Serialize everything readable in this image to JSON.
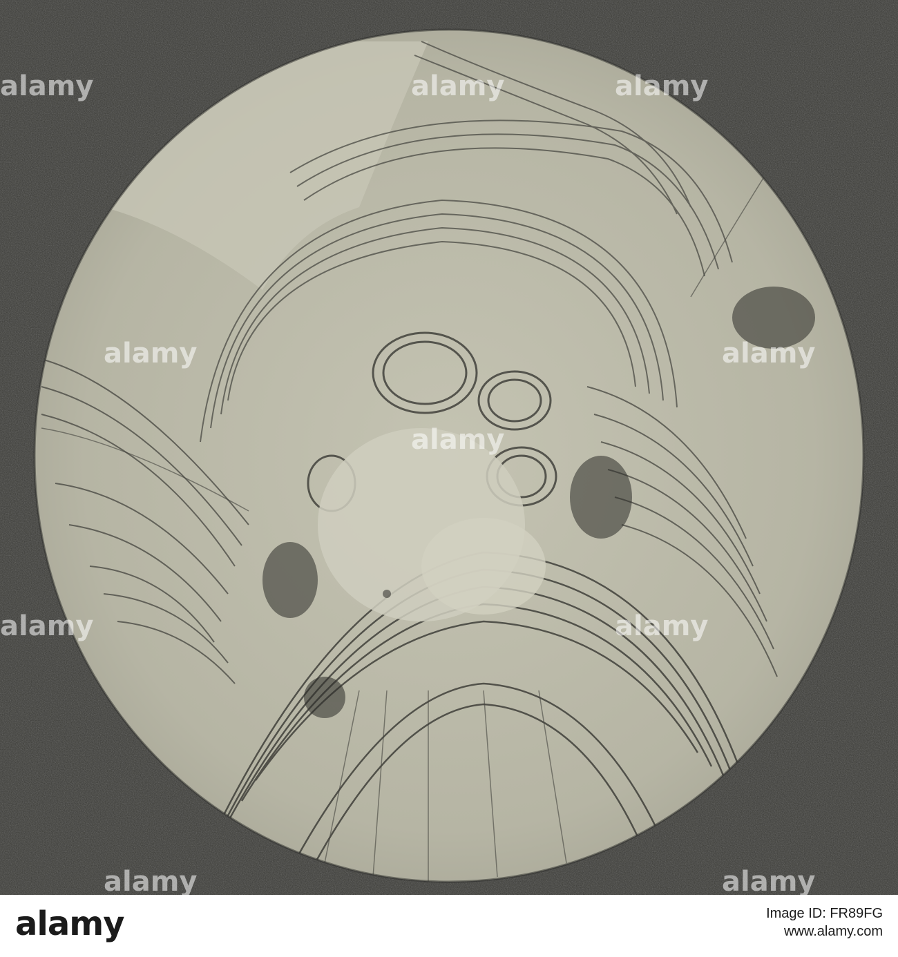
{
  "image": {
    "subject": "microscope-micrograph",
    "colors": {
      "surround": "#3a3a36",
      "field": "#b9b8a7",
      "field_dark": "#8f8e7f",
      "band": "#2f2f2b"
    }
  },
  "watermark": {
    "word": "alamy"
  },
  "footer": {
    "logo": "alamy",
    "image_id_label": "Image ID: FR89FG",
    "site": "www.alamy.com",
    "code": "FR89FG"
  }
}
